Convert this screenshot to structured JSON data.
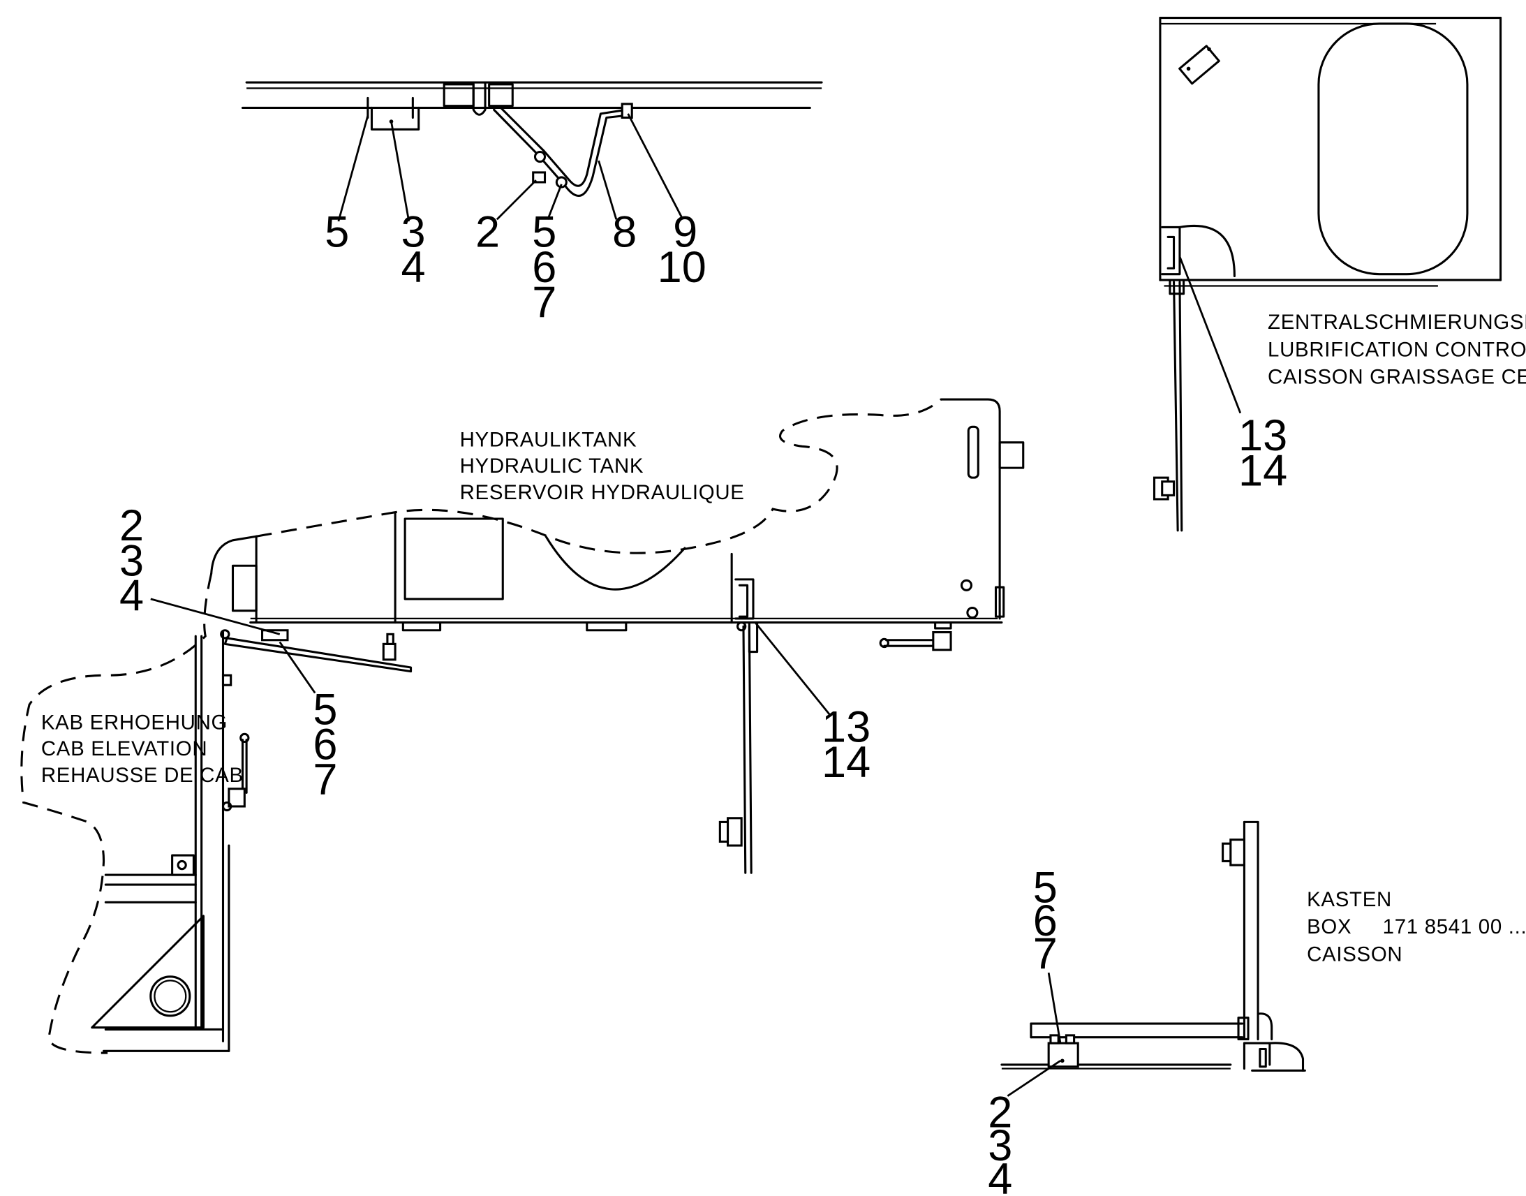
{
  "callouts": {
    "top_a": "5",
    "top_b": [
      "3",
      "4"
    ],
    "top_c": "2",
    "top_d": [
      "5",
      "6",
      "7"
    ],
    "top_e": "8",
    "top_f": [
      "9",
      "10"
    ],
    "mid_left_upper": [
      "2",
      "3",
      "4"
    ],
    "mid_left_lower": [
      "5",
      "6",
      "7"
    ],
    "mid_right": [
      "13",
      "14"
    ],
    "box_right": [
      "13",
      "14"
    ],
    "small_box_upper": [
      "5",
      "6",
      "7"
    ],
    "small_box_lower": [
      "2",
      "3",
      "4"
    ]
  },
  "captions": {
    "lubrication_box": [
      "ZENTRALSCHMIERUNGSKASTEN",
      "LUBRIFICATION CONTROL BOX",
      "CAISSON GRAISSAGE CENTRALISE"
    ],
    "hydraulic_tank": [
      "HYDRAULIKTANK",
      "HYDRAULIC TANK",
      "RESERVOIR HYDRAULIQUE"
    ],
    "cab_elevation": [
      "KAB ERHOEHUNG",
      "CAB ELEVATION",
      "REHAUSSE DE CAB"
    ],
    "box": [
      "KASTEN",
      "BOX     171 8541 00 ...",
      "CAISSON"
    ]
  }
}
